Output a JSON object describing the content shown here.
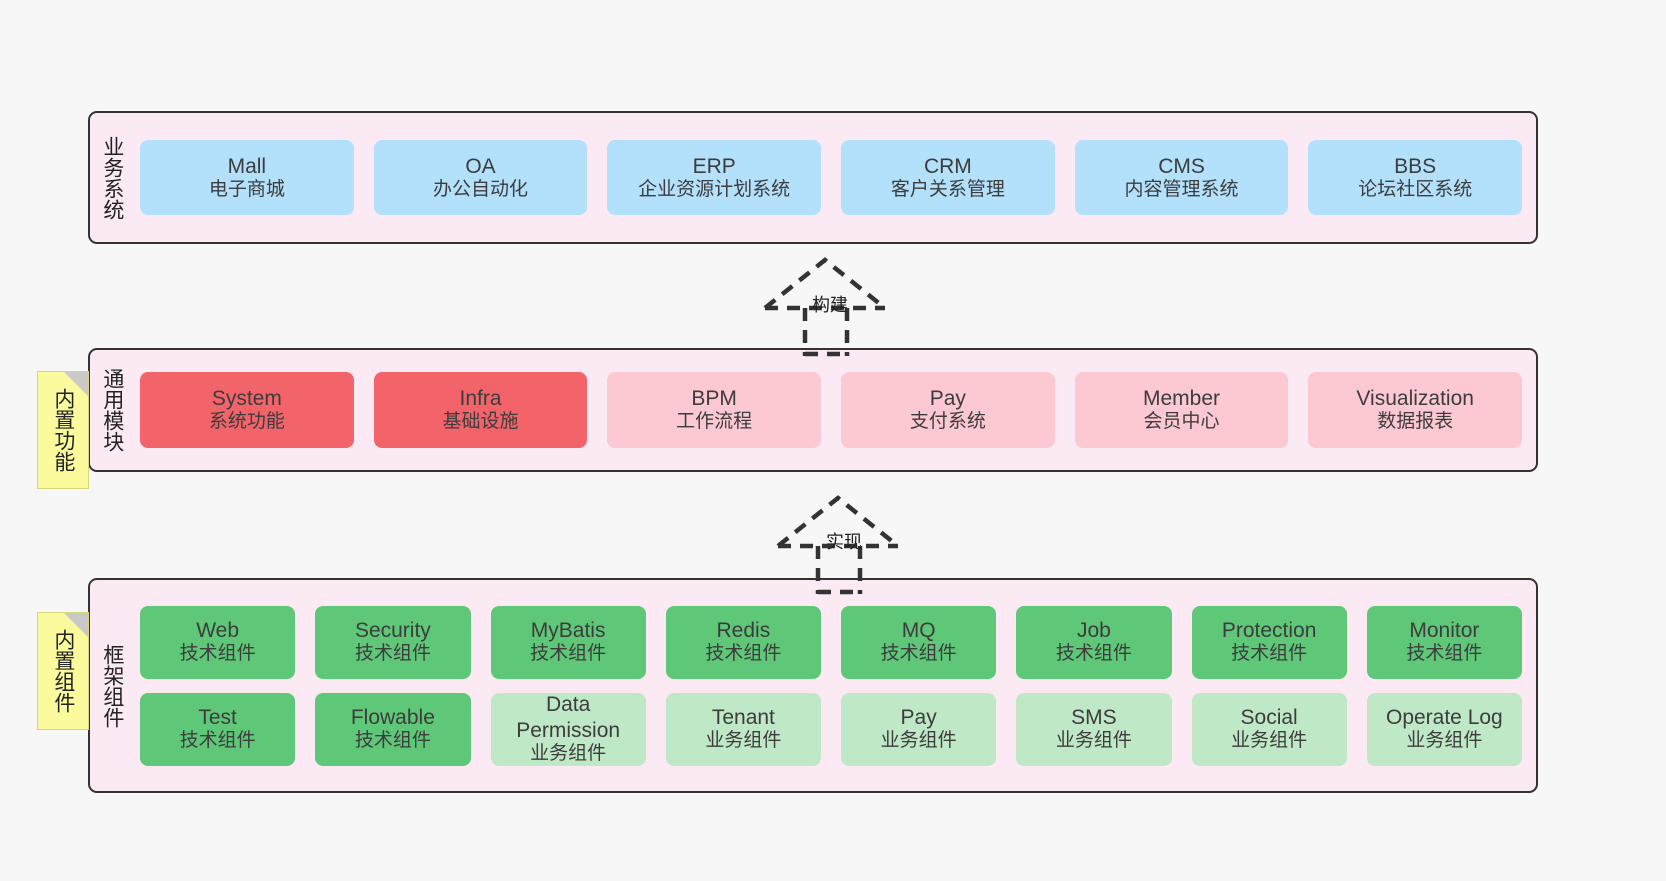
{
  "diagram": {
    "background_color": "#f7f7f7",
    "band_color": "#fbeaf4",
    "border_color": "#333333",
    "note_color": "#fbfb9e"
  },
  "layers": [
    {
      "id": "business",
      "title": "业务系统",
      "node_color": "#b3e0fb",
      "rows": [
        [
          {
            "en": "Mall",
            "cn": "电子商城"
          },
          {
            "en": "OA",
            "cn": "办公自动化"
          },
          {
            "en": "ERP",
            "cn": "企业资源计划系统"
          },
          {
            "en": "CRM",
            "cn": "客户关系管理"
          },
          {
            "en": "CMS",
            "cn": "内容管理系统"
          },
          {
            "en": "BBS",
            "cn": "论坛社区系统"
          }
        ]
      ]
    },
    {
      "id": "common",
      "title": "通用模块",
      "note": "内置功能",
      "rows": [
        [
          {
            "en": "System",
            "cn": "系统功能",
            "color": "#f2646a"
          },
          {
            "en": "Infra",
            "cn": "基础设施",
            "color": "#f2646a"
          },
          {
            "en": "BPM",
            "cn": "工作流程",
            "color": "#fcc9d3"
          },
          {
            "en": "Pay",
            "cn": "支付系统",
            "color": "#fcc9d3"
          },
          {
            "en": "Member",
            "cn": "会员中心",
            "color": "#fcc9d3"
          },
          {
            "en": "Visualization",
            "cn": "数据报表",
            "color": "#fcc9d3"
          }
        ]
      ]
    },
    {
      "id": "framework",
      "title": "框架组件",
      "note": "内置组件",
      "rows": [
        [
          {
            "en": "Web",
            "cn": "技术组件",
            "color": "#5fc878"
          },
          {
            "en": "Security",
            "cn": "技术组件",
            "color": "#5fc878"
          },
          {
            "en": "MyBatis",
            "cn": "技术组件",
            "color": "#5fc878"
          },
          {
            "en": "Redis",
            "cn": "技术组件",
            "color": "#5fc878"
          },
          {
            "en": "MQ",
            "cn": "技术组件",
            "color": "#5fc878"
          },
          {
            "en": "Job",
            "cn": "技术组件",
            "color": "#5fc878"
          },
          {
            "en": "Protection",
            "cn": "技术组件",
            "color": "#5fc878"
          },
          {
            "en": "Monitor",
            "cn": "技术组件",
            "color": "#5fc878"
          }
        ],
        [
          {
            "en": "Test",
            "cn": "技术组件",
            "color": "#5fc878"
          },
          {
            "en": "Flowable",
            "cn": "技术组件",
            "color": "#5fc878"
          },
          {
            "en": "Data\nPermission",
            "cn": "业务组件",
            "color": "#bfe8c6"
          },
          {
            "en": "Tenant",
            "cn": "业务组件",
            "color": "#bfe8c6"
          },
          {
            "en": "Pay",
            "cn": "业务组件",
            "color": "#bfe8c6"
          },
          {
            "en": "SMS",
            "cn": "业务组件",
            "color": "#bfe8c6"
          },
          {
            "en": "Social",
            "cn": "业务组件",
            "color": "#bfe8c6"
          },
          {
            "en": "Operate Log",
            "cn": "业务组件",
            "color": "#bfe8c6"
          }
        ]
      ]
    }
  ],
  "connectors": [
    {
      "id": "build",
      "label": "构建",
      "from": "common",
      "to": "business",
      "style": "dashed-generalization"
    },
    {
      "id": "implement",
      "label": "实现",
      "from": "framework",
      "to": "common",
      "style": "dashed-generalization"
    }
  ]
}
